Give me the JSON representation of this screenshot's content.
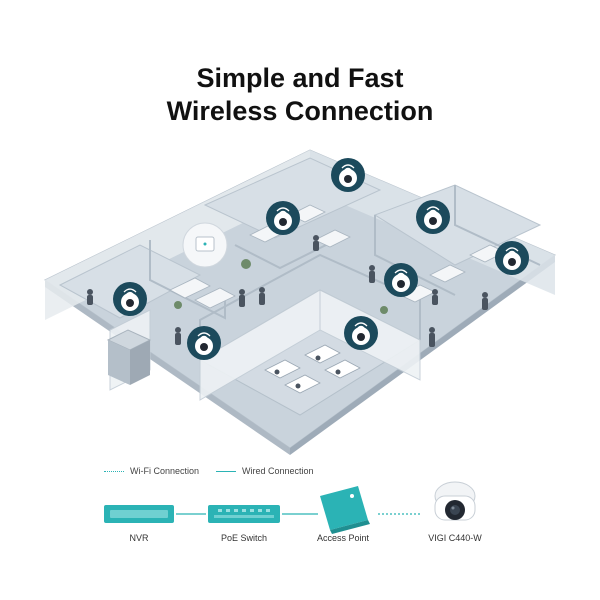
{
  "title": {
    "line1": "Simple and Fast",
    "line2": "Wireless Connection"
  },
  "legend": {
    "wifi": "Wi-Fi Connection",
    "wired": "Wired Connection"
  },
  "devices": {
    "nvr": "NVR",
    "poe_switch": "PoE Switch",
    "access_point": "Access Point",
    "camera": "VIGI C440-W"
  },
  "colors": {
    "accent": "#2bb3b5",
    "floor": "#c9d3dc",
    "wall": "#e6ebef"
  },
  "icons": [
    "wifi-camera-icon",
    "access-point-icon",
    "nvr-icon",
    "poe-switch-icon",
    "camera-icon"
  ]
}
